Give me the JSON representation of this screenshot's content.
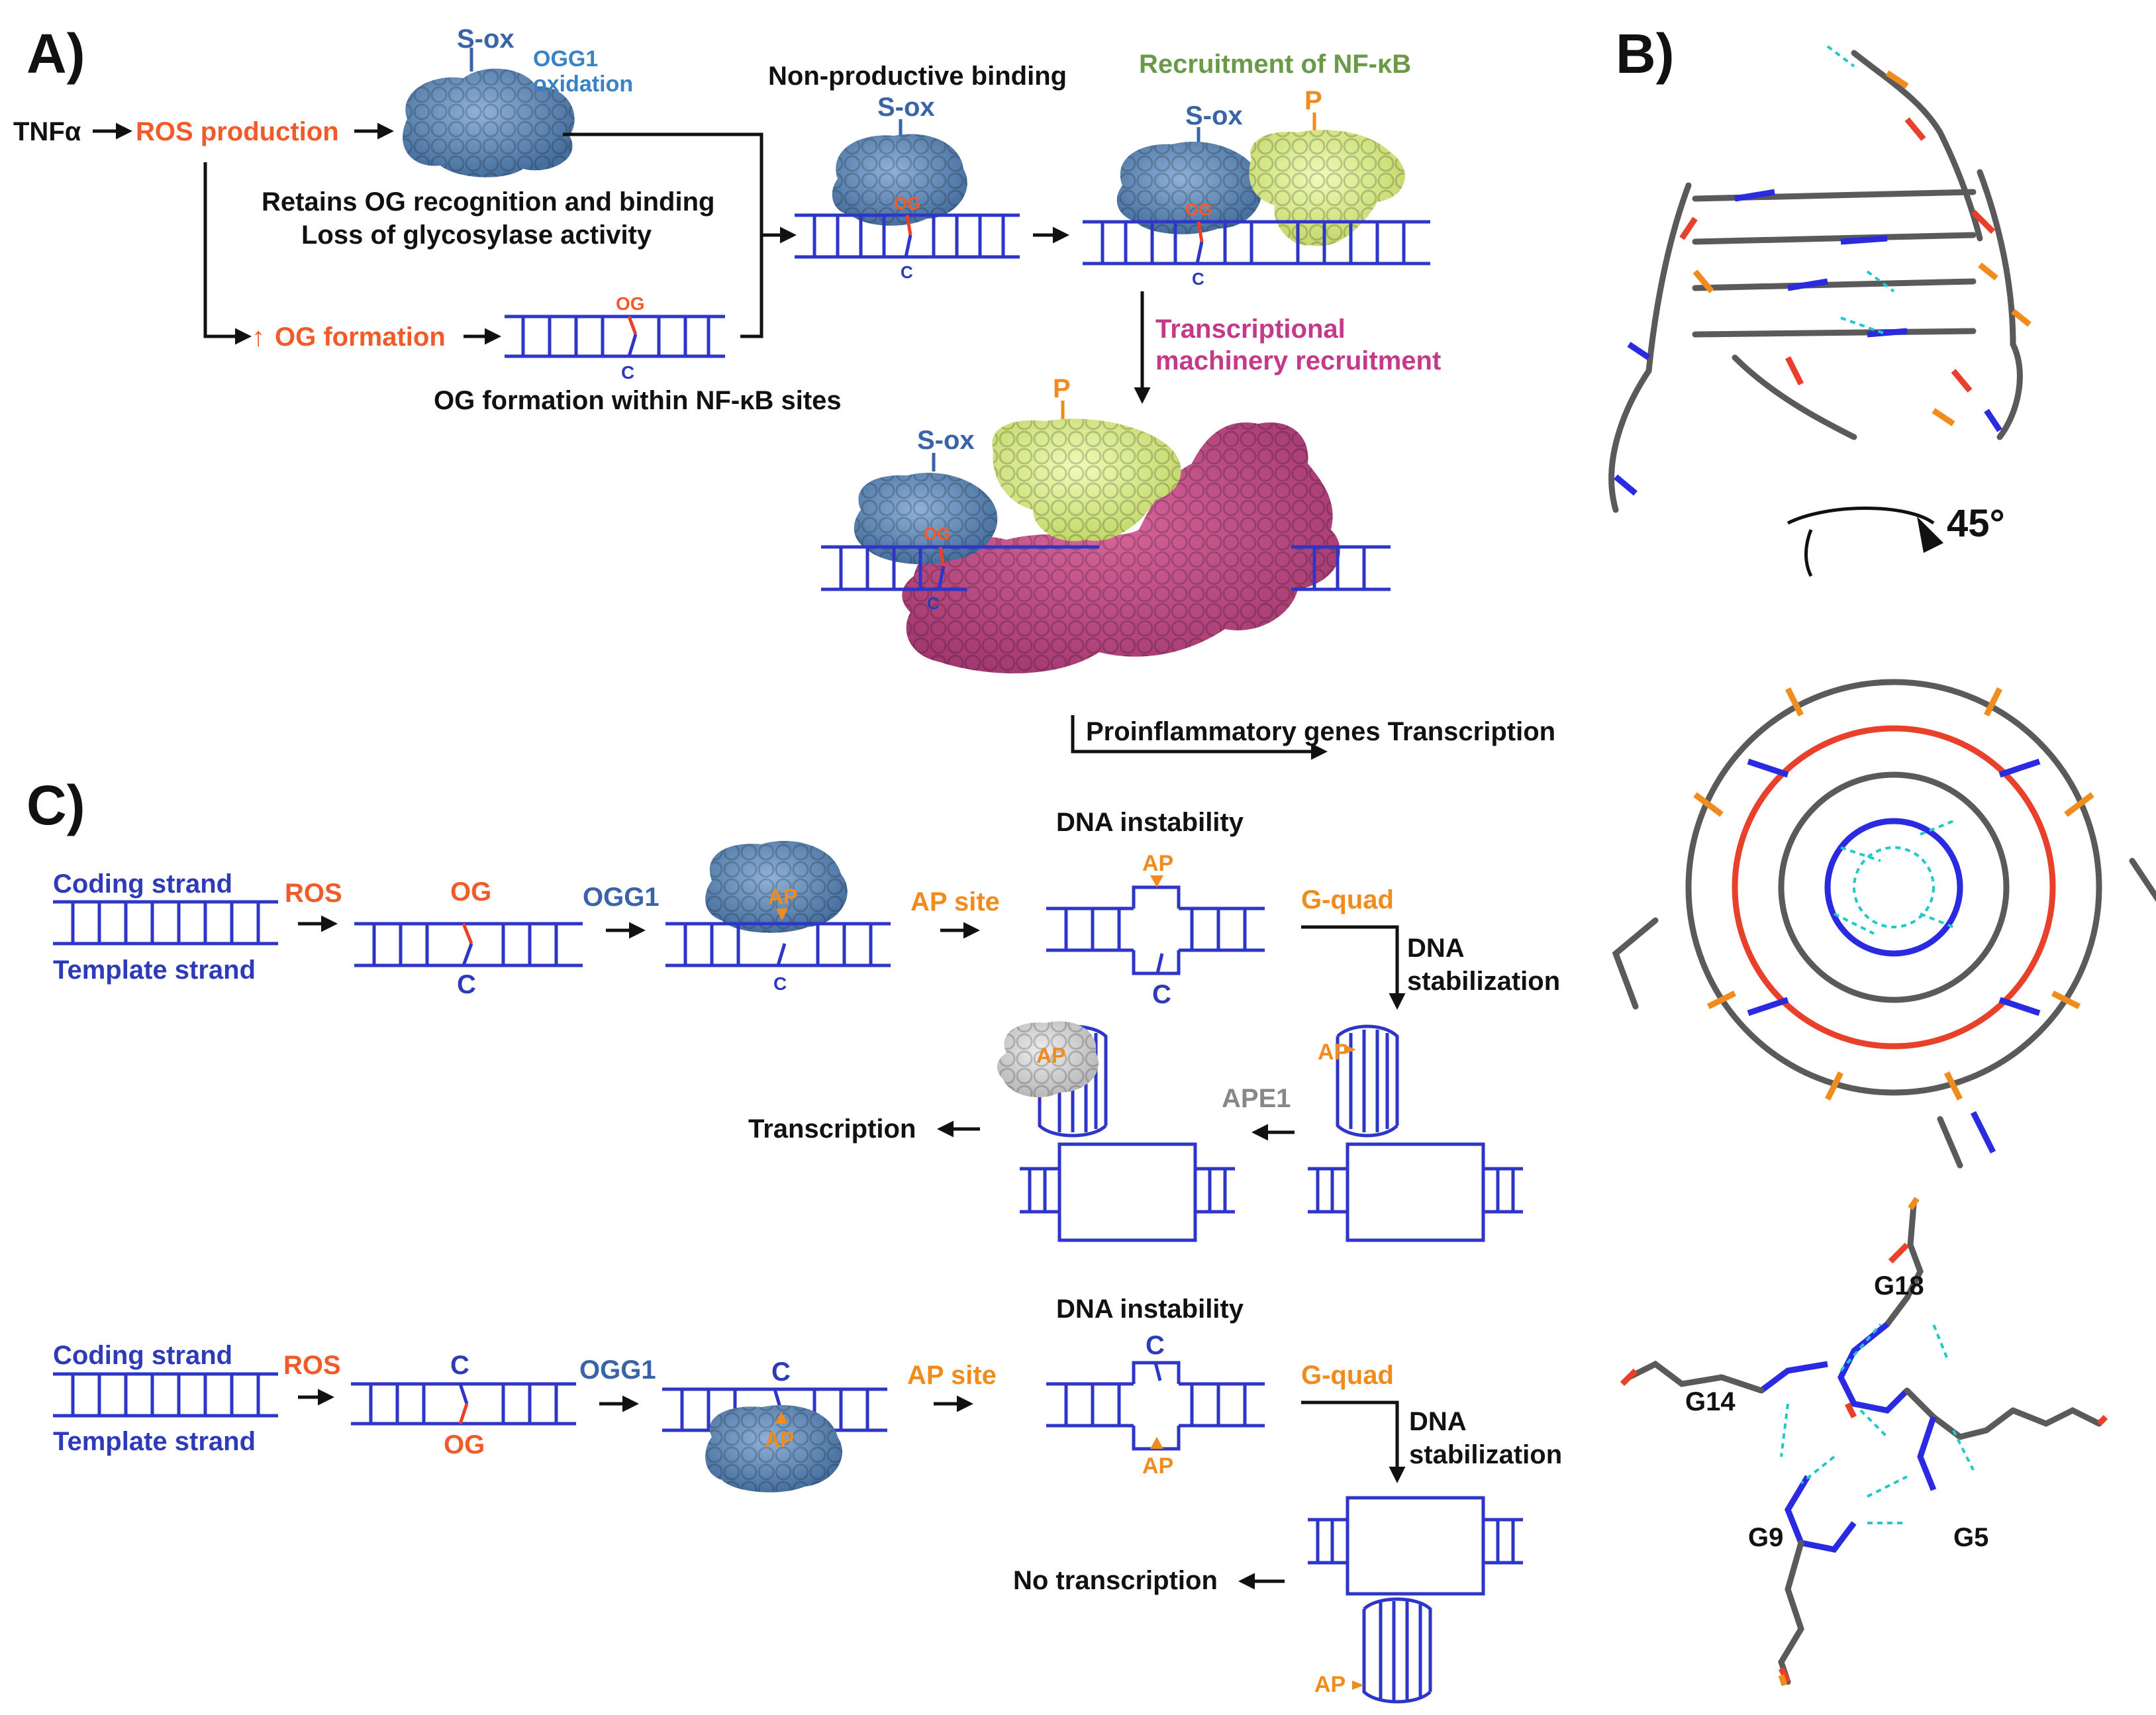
{
  "panels": {
    "a": "A)",
    "b": "B)",
    "c": "C)"
  },
  "panel_a": {
    "tnf": "TNFα",
    "ros_production": "ROS production",
    "s_ox": "S-ox",
    "ogg1_oxidation_1": "OGG1",
    "ogg1_oxidation_2": "oxidation",
    "retains_1": "Retains OG recognition and binding",
    "retains_2": "Loss of glycosylase activity",
    "og_formation": "OG formation",
    "og_within_sites": "OG formation within NF-κB sites",
    "non_productive": "Non-productive binding",
    "recruitment": "Recruitment of NF-κB",
    "p": "P",
    "og": "OG",
    "c": "C",
    "transcriptional_1": "Transcriptional",
    "transcriptional_2": "machinery recruitment",
    "proinflammatory": "Proinflammatory genes Transcription"
  },
  "panel_b": {
    "rotation": "45°",
    "g18": "G18",
    "g14": "G14",
    "g9": "G9",
    "g5": "G5"
  },
  "panel_c": {
    "coding_strand": "Coding strand",
    "template_strand": "Template strand",
    "ros": "ROS",
    "og": "OG",
    "c": "C",
    "ogg1": "OGG1",
    "ap": "AP",
    "ap_site": "AP site",
    "dna_instability": "DNA instability",
    "g_quad": "G-quad",
    "dna_stab_1": "DNA",
    "dna_stab_2": "stabilization",
    "ape1": "APE1",
    "transcription": "Transcription",
    "no_transcription": "No transcription"
  },
  "colors": {
    "ros_orange": "#f15a29",
    "ap_orange": "#f08c1e",
    "ogg1_blue": "#3a64a8",
    "nfkb_green": "#6a9a48",
    "machinery_pink": "#c43a88",
    "dna_blue": "#2e36c8",
    "protein_ogg1": "#5b86b5",
    "protein_nfkb": "#dcef8a",
    "protein_machinery": "#b5437a",
    "protein_ape1": "#c8c8c8",
    "hbond": "#20c8c8"
  }
}
